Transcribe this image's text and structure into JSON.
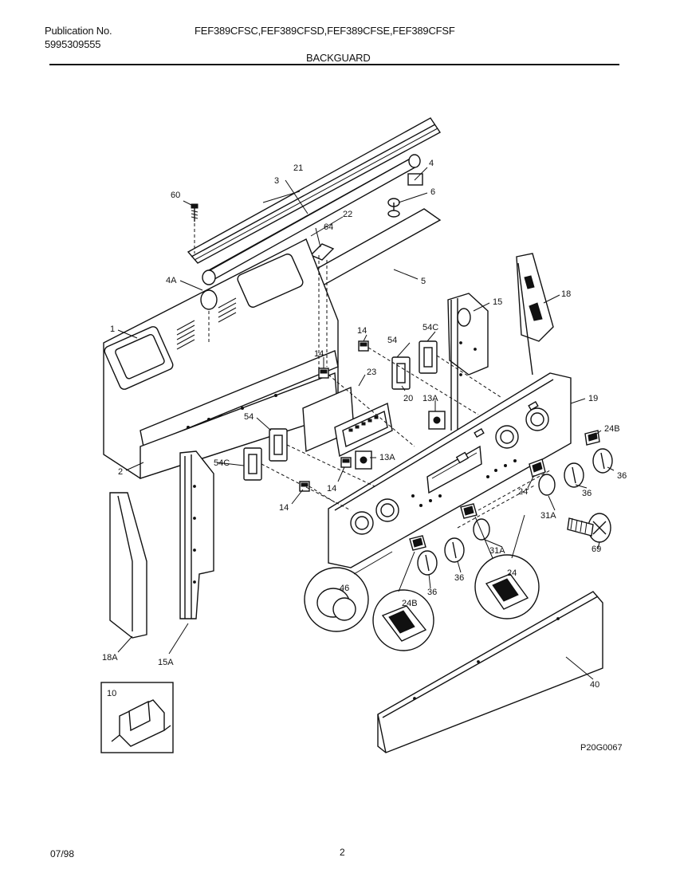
{
  "header": {
    "publication_label": "Publication No.",
    "publication_number": "5995309555",
    "models": "FEF389CFSC,FEF389CFSD,FEF389CFSE,FEF389CFSF",
    "section_title": "BACKGUARD"
  },
  "callouts": [
    {
      "id": "1",
      "label": "1"
    },
    {
      "id": "2",
      "label": "2"
    },
    {
      "id": "3",
      "label": "3"
    },
    {
      "id": "4",
      "label": "4"
    },
    {
      "id": "4a",
      "label": "4A"
    },
    {
      "id": "5",
      "label": "5"
    },
    {
      "id": "6",
      "label": "6"
    },
    {
      "id": "10",
      "label": "10"
    },
    {
      "id": "13a-1",
      "label": "13A"
    },
    {
      "id": "13a-2",
      "label": "13A"
    },
    {
      "id": "14-1",
      "label": "14"
    },
    {
      "id": "14-2",
      "label": "14"
    },
    {
      "id": "14-3",
      "label": "14"
    },
    {
      "id": "14-4",
      "label": "14"
    },
    {
      "id": "15",
      "label": "15"
    },
    {
      "id": "15a",
      "label": "15A"
    },
    {
      "id": "18",
      "label": "18"
    },
    {
      "id": "18a",
      "label": "18A"
    },
    {
      "id": "19",
      "label": "19"
    },
    {
      "id": "20",
      "label": "20"
    },
    {
      "id": "21",
      "label": "21"
    },
    {
      "id": "22",
      "label": "22"
    },
    {
      "id": "23",
      "label": "23"
    },
    {
      "id": "24-1",
      "label": "24"
    },
    {
      "id": "24-2",
      "label": "24"
    },
    {
      "id": "24b-1",
      "label": "24B"
    },
    {
      "id": "24b-2",
      "label": "24B"
    },
    {
      "id": "31a-1",
      "label": "31A"
    },
    {
      "id": "31a-2",
      "label": "31A"
    },
    {
      "id": "36-1",
      "label": "36"
    },
    {
      "id": "36-2",
      "label": "36"
    },
    {
      "id": "36-3",
      "label": "36"
    },
    {
      "id": "36-4",
      "label": "36"
    },
    {
      "id": "40",
      "label": "40"
    },
    {
      "id": "46",
      "label": "46"
    },
    {
      "id": "54-1",
      "label": "54"
    },
    {
      "id": "54-2",
      "label": "54"
    },
    {
      "id": "54c-1",
      "label": "54C"
    },
    {
      "id": "54c-2",
      "label": "54C"
    },
    {
      "id": "60",
      "label": "60"
    },
    {
      "id": "64",
      "label": "64"
    },
    {
      "id": "69",
      "label": "69"
    }
  ],
  "figure_code": "P20G0067",
  "footer": {
    "date": "07/98",
    "page": "2"
  }
}
